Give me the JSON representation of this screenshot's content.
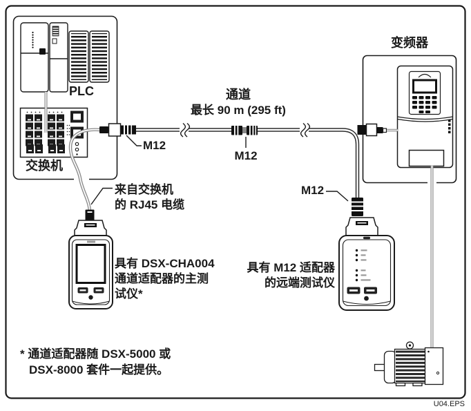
{
  "diagram": {
    "kind": "industrial-ethernet-m12-channel-test-setup",
    "file_label": "U04.EPS",
    "colors": {
      "line": "#1a1a1a",
      "cable_gray": "#8a8a8a",
      "channel_cable": "#2b2b2b"
    }
  },
  "labels": {
    "plc": "PLC",
    "switch": "交换机",
    "inverter": "变频器",
    "channel_title": "通道",
    "channel_length": "最长 90 m (295 ft)",
    "m12_left": "M12",
    "m12_middle": "M12",
    "m12_right": "M12",
    "rj45_cable": {
      "line1": "来自交换机",
      "line2": "的 RJ45 电缆"
    },
    "main_tester": {
      "line1": "具有 DSX-CHA004",
      "line2": "通道适配器的主测",
      "line3": "试仪*"
    },
    "remote_tester": {
      "line1": "具有 M12 适配器",
      "line2": "的远端测试仪"
    },
    "footnote": {
      "line1": "* 通道适配器随 DSX-5000 或",
      "line2": "DSX-8000 套件一起提供。"
    }
  }
}
